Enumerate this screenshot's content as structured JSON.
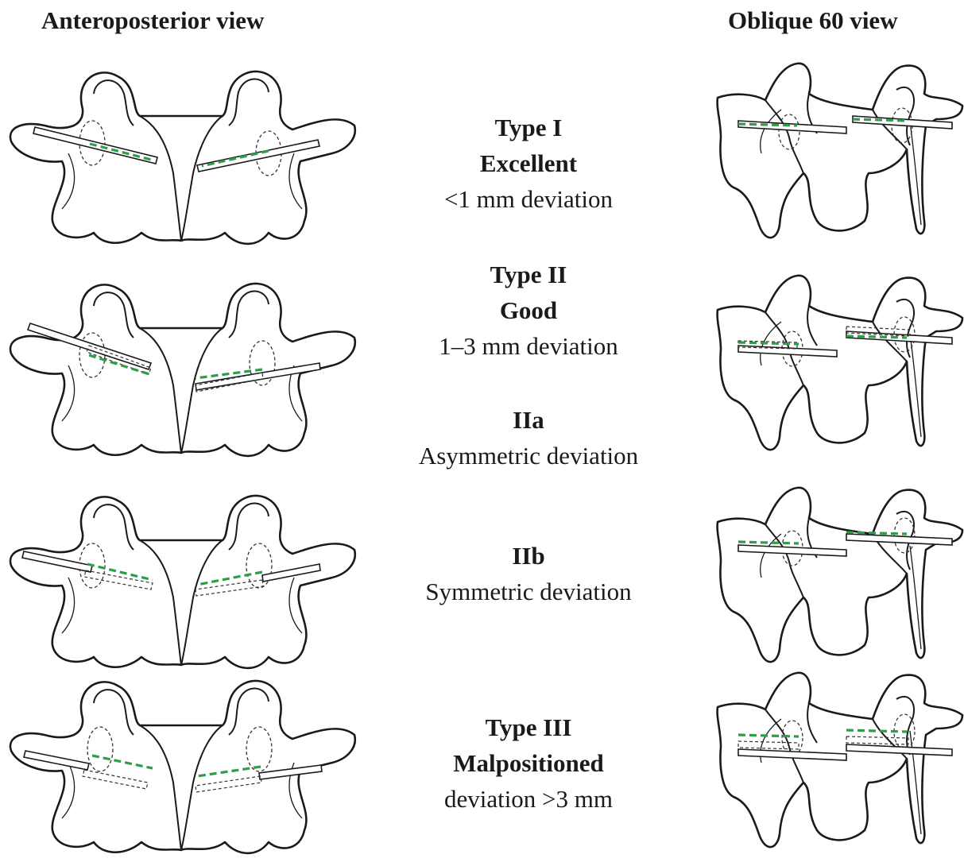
{
  "headings": {
    "left": "Anteroposterior view",
    "right": "Oblique 60 view"
  },
  "rows": [
    {
      "type": "Type I",
      "grade": "Excellent",
      "detail": "<1 mm deviation"
    },
    {
      "type": "Type II",
      "grade": "Good",
      "detail": "1–3 mm deviation"
    },
    {
      "type": "IIa",
      "grade": "",
      "detail": "Asymmetric deviation"
    },
    {
      "type": "IIb",
      "grade": "",
      "detail": "Symmetric deviation"
    },
    {
      "type": "Type III",
      "grade": "Malpositioned",
      "detail": "deviation >3 mm"
    }
  ],
  "colors": {
    "outline": "#1a1a1a",
    "guide_line": "#2e9e49",
    "background": "#ffffff"
  }
}
